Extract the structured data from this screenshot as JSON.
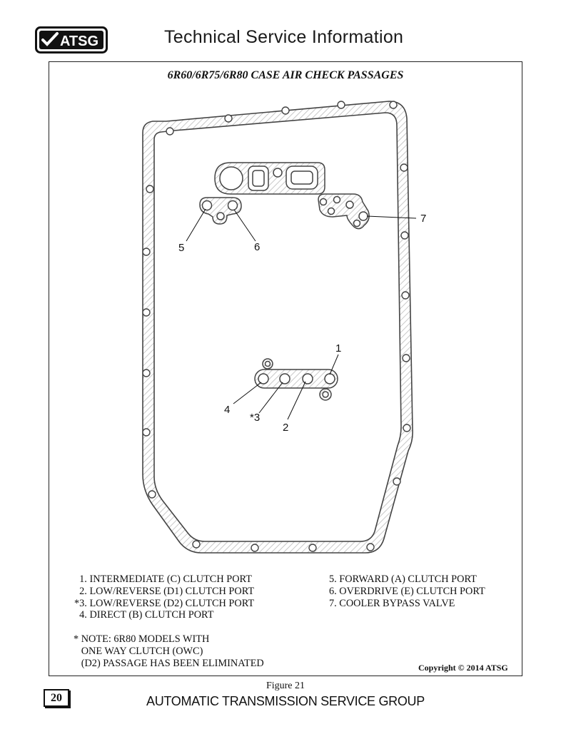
{
  "header": {
    "logo_text": "ATSG",
    "title": "Technical Service Information"
  },
  "diagram": {
    "title": "6R60/6R75/6R80 CASE AIR CHECK PASSAGES",
    "callouts": [
      "1",
      "2",
      "*3",
      "4",
      "5",
      "6",
      "7"
    ]
  },
  "legend": {
    "left": [
      "  1. INTERMEDIATE (C) CLUTCH PORT",
      "  2. LOW/REVERSE (D1) CLUTCH PORT",
      "*3. LOW/REVERSE (D2) CLUTCH PORT",
      "  4. DIRECT (B) CLUTCH PORT"
    ],
    "right": [
      "5. FORWARD (A) CLUTCH PORT",
      "6. OVERDRIVE (E) CLUTCH PORT",
      "7. COOLER BYPASS VALVE"
    ]
  },
  "note": "* NOTE: 6R80 MODELS WITH\n   ONE WAY CLUTCH (OWC)\n   (D2) PASSAGE HAS BEEN ELIMINATED",
  "copyright": "Copyright © 2014 ATSG",
  "figure_caption": "Figure 21",
  "page_number": "20",
  "footer": "AUTOMATIC TRANSMISSION SERVICE GROUP"
}
